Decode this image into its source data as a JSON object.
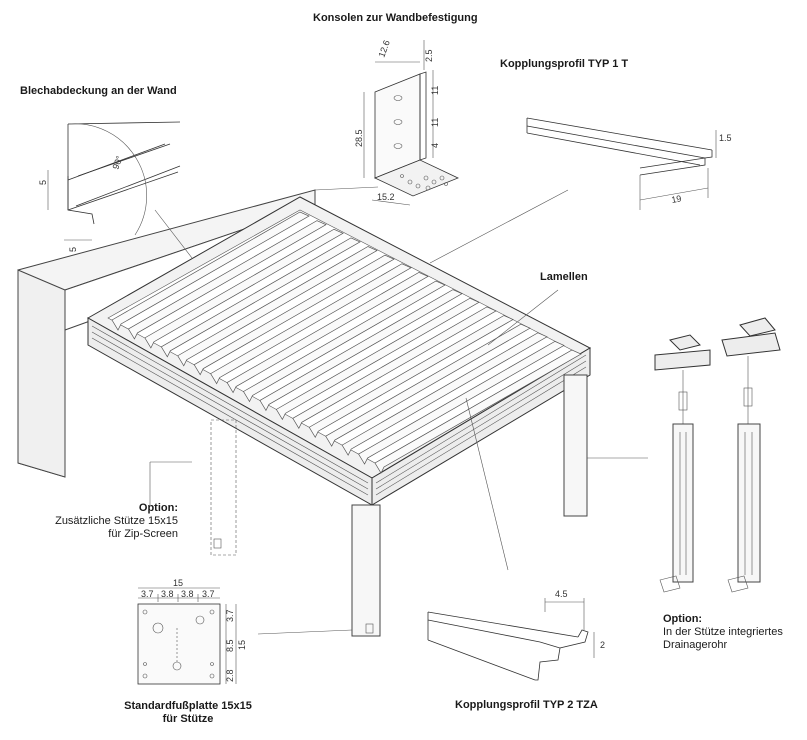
{
  "labels": {
    "konsolen": "Konsolen zur Wandbefestigung",
    "blech": "Blechabdeckung an der Wand",
    "kopplung1": "Kopplungsprofil TYP 1 T",
    "lamellen": "Lamellen",
    "option_left_title": "Option:",
    "option_left_line1": "Zusätzliche Stütze 15x15",
    "option_left_line2": "für Zip-Screen",
    "option_right_title": "Option:",
    "option_right_line1": "In der Stütze integriertes",
    "option_right_line2": "Drainagerohr",
    "fussplatte_line1": "Standardfußplatte 15x15",
    "fussplatte_line2": "für Stütze",
    "kopplung2": "Kopplungsprofil TYP 2 TZA"
  },
  "dims": {
    "bracket_w": "12.6",
    "bracket_t": "2.5",
    "bracket_h1": "11",
    "bracket_h2": "11",
    "bracket_h3": "4",
    "bracket_height": "28.5",
    "bracket_base": "15.2",
    "blech_a": "5",
    "blech_b": "5",
    "blech_angle": "90°",
    "typ1_h": "1.5",
    "typ1_w": "19",
    "typ2_w": "4.5",
    "typ2_h": "2",
    "plate_total": "15",
    "plate_a": "3.7",
    "plate_b": "3.8",
    "plate_c": "3.8",
    "plate_d": "3.7",
    "plate_side_a": "3.7",
    "plate_side_b": "8.5",
    "plate_side_c": "2.8",
    "plate_side_total": "15"
  }
}
